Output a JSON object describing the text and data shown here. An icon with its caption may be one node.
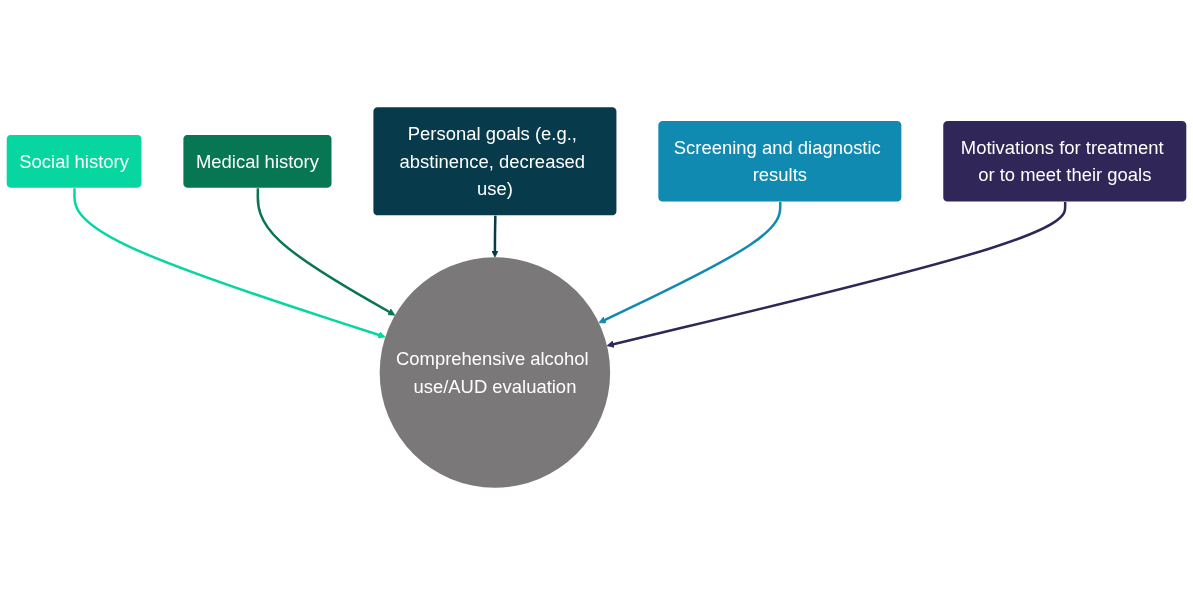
{
  "diagram": {
    "nodes": [
      {
        "text": [
          "Social history"
        ]
      },
      {
        "text": [
          "Medical history"
        ]
      },
      {
        "text": [
          "Personal goals (e.g., abstinence, decreased use)"
        ]
      },
      {
        "text": [
          "Screening and diagnostic results"
        ]
      },
      {
        "text": [
          "Comprehensive alcohol use/AUD evaluation"
        ]
      },
      {
        "text": [
          "Motivations for treatment or to meet their goals"
        ]
      }
    ],
    "edges": [
      {
        "from": 0,
        "to": 4,
        "arrow": "to",
        "color": "#07d6a0"
      },
      {
        "from": 1,
        "to": 4,
        "arrow": "to",
        "color": "#077652"
      },
      {
        "from": 2,
        "to": 4,
        "arrow": "to",
        "color": "#073b4c"
      },
      {
        "from": 3,
        "to": 4,
        "arrow": "to",
        "color": "#118ab2"
      },
      {
        "from": 5,
        "to": 4,
        "arrow": "to",
        "color": "#302657"
      }
    ]
  }
}
